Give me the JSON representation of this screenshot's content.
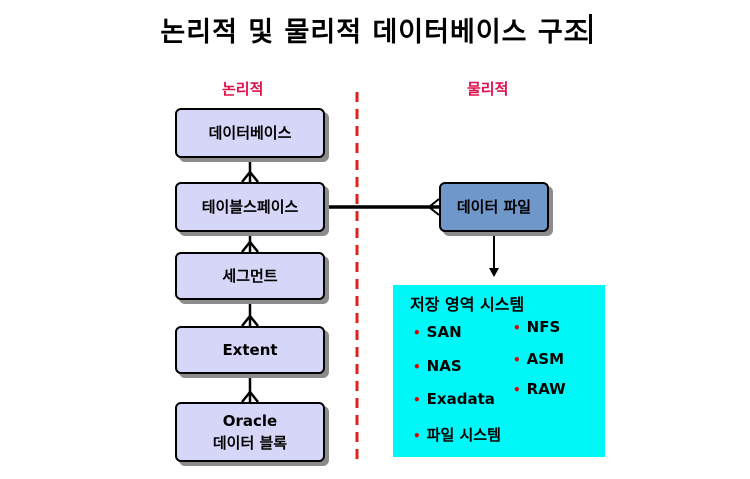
{
  "title": "논리적 및 물리적 데이터베이스 구조",
  "labels": {
    "logical": "논리적",
    "physical": "물리적"
  },
  "logical_boxes": [
    {
      "id": "database",
      "lines": [
        "데이터베이스"
      ]
    },
    {
      "id": "tablespace",
      "lines": [
        "테이블스페이스"
      ]
    },
    {
      "id": "segment",
      "lines": [
        "세그먼트"
      ]
    },
    {
      "id": "extent",
      "lines": [
        "Extent"
      ]
    },
    {
      "id": "oracle-block",
      "lines": [
        "Oracle",
        "데이터 블록"
      ]
    }
  ],
  "physical_box": {
    "id": "data-file",
    "label": "데이터 파일"
  },
  "storage": {
    "title": "저장 영역 시스템",
    "left_items": [
      "SAN",
      "NAS",
      "Exadata",
      "파일 시스템"
    ],
    "right_items": [
      "NFS",
      "ASM",
      "RAW"
    ]
  },
  "colors": {
    "logical_box_fill": "#d6d6f8",
    "data_file_fill": "#6f97c9",
    "storage_fill": "#00f7f7",
    "divider": "#e02020",
    "label": "#e0104a",
    "bullet": "#e00000"
  }
}
